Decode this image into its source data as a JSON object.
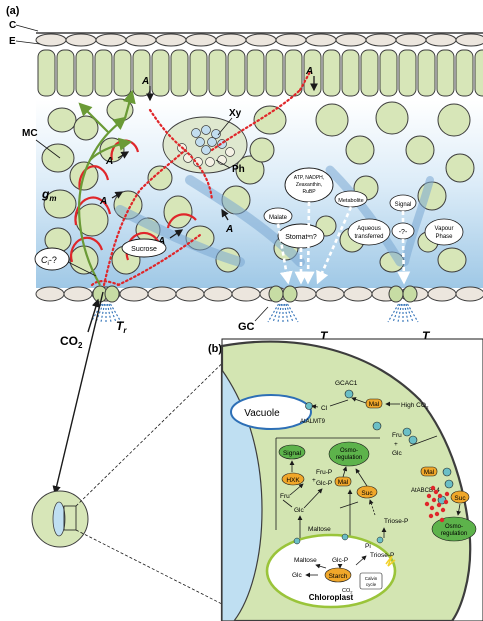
{
  "panel_a": {
    "label": "(a)",
    "cuticle": "C",
    "epidermis": "E",
    "mesophyll": "MC",
    "xylem": "Xy",
    "phloem": "Ph",
    "mesophyll_conductance": "g",
    "mesophyll_conductance_sub": "m",
    "assimilation_marks": [
      "A",
      "A",
      "A",
      "A",
      "A",
      "A"
    ],
    "ci_label": "C",
    "ci_sub": "i",
    "ci_suffix": "-?",
    "sucrose": "Sucrose",
    "malate": "Malate",
    "energy": [
      "ATP, NADPH,",
      "Zeaxanthin,",
      "RuBP"
    ],
    "metabolite": "Metabolite",
    "stomatin": "Stomatin?",
    "signal": "Signal",
    "unknown": "-?-",
    "aqueous": [
      "Aqueous",
      "transferred"
    ],
    "vapour": [
      "Vapour",
      "Phase"
    ],
    "guard_cell": "GC",
    "co2": "CO",
    "co2_sub": "2",
    "transpiration": "T",
    "transpiration_sub": "r"
  },
  "panel_b": {
    "label": "(b)",
    "vacuole": "Vacuole",
    "cl": "Cl",
    "gcac1": "GCAC1",
    "atalmt9": "AtALMT9",
    "mal": "Mal",
    "high_co2": "High CO",
    "high_co2_sub": "2",
    "fru_glc": [
      "Fru",
      "+",
      "Glc"
    ],
    "mal_right": "Mal",
    "atabcb14": "AtABCB14",
    "suc_right": "Suc",
    "osmo_right": [
      "Osmo-",
      "regulation"
    ],
    "signal": "Signal",
    "osmo_center": [
      "Osmo-",
      "regulation"
    ],
    "hxk": "HXK",
    "fru_p": "Fru-P",
    "plus": "+",
    "glc_p": "Glc-P",
    "mal_center": "Mal",
    "fru": "Fru",
    "suc_center": "Suc",
    "glc": "Glc",
    "maltose": "Maltose",
    "triose_p": "Triose-P",
    "maltose_inner": "Maltose",
    "glc_p_inner": "Glc-P",
    "pi": "Pi",
    "triose_p_inner": "Triose-P",
    "glc_inner": "Glc",
    "starch": "Starch",
    "calvin": [
      "Calvin",
      "cycle"
    ],
    "co2": "CO",
    "co2_sub": "2",
    "chloroplast": "Chloroplast"
  },
  "colors": {
    "mesophyll_fill": "#d7e6b8",
    "cell_stroke": "#3d3d3d",
    "epidermis_fill": "#ece6de",
    "air_space": "#bcd8ee",
    "red_path": "#e0262a",
    "green_arrow": "#6a9a36",
    "orange_node": "#f0a72a",
    "green_node": "#5db34b",
    "channel": "#6bbfc6",
    "vacuole_fill": "#bfdff2",
    "cytosol": "#d3e5b2",
    "stoma_blue": "#2d6fb6"
  }
}
